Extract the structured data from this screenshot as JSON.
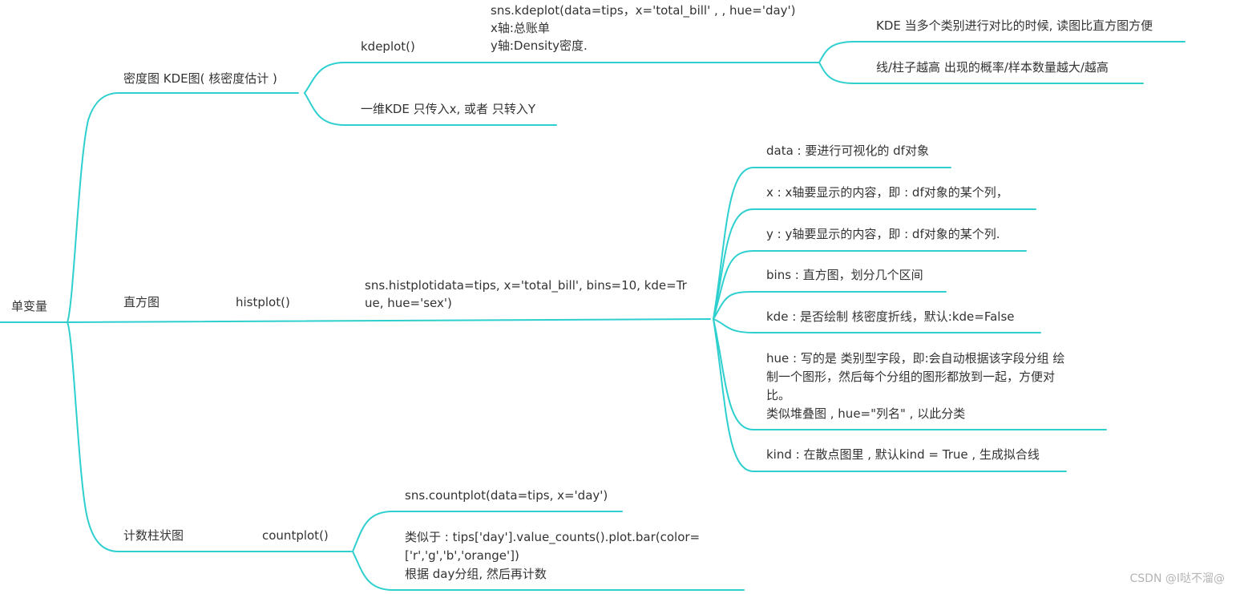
{
  "root": "单变量",
  "kde": {
    "label": "密度图 KDE图( 核密度估计 )",
    "func": "kdeplot()",
    "code": [
      "sns.kdeplot(data=tips，x='total_bill' , , hue='day')",
      "x轴:总账单",
      "y轴:Density密度."
    ],
    "note1": "KDE 当多个类别进行对比的时候, 读图比直方图方便",
    "note2": "线/柱子越高 出现的概率/样本数量越大/越高",
    "one_dim": "一维KDE 只传入x, 或者 只转入Y"
  },
  "hist": {
    "label": "直方图",
    "func": "histplot()",
    "code": [
      "sns.histplotidata=tips, x='total_bill', bins=10, kde=Tr",
      "ue, hue='sex')"
    ],
    "params": {
      "data": "data : 要进行可视化的 df对象",
      "x": "x : x轴要显示的内容，即 : df对象的某个列，",
      "y": "y : y轴要显示的内容，即 : df对象的某个列.",
      "bins": "bins : 直方图，划分几个区间",
      "kde": "kde : 是否绘制 核密度折线，默认:kde=False",
      "hue": [
        "hue : 写的是 类别型字段，即:会自动根据该字段分组 绘",
        "制一个图形，然后每个分组的图形都放到一起，方便对",
        "比。",
        "类似堆叠图 , hue=\"列名\" , 以此分类"
      ],
      "kind": "kind : 在散点图里 , 默认kind = True , 生成拟合线"
    }
  },
  "count": {
    "label": "计数柱状图",
    "func": "countplot()",
    "code": "sns.countplot(data=tips, x='day')",
    "similar": [
      "类似于 : tips['day'].value_counts().plot.bar(color=",
      "['r','g','b','orange'])",
      "根据 day分组, 然后再计数"
    ]
  },
  "watermark": "CSDN @I哒不溜@",
  "colors": {
    "line": "#2ecfcf",
    "text": "#333333",
    "watermark": "#b4b4b4"
  }
}
